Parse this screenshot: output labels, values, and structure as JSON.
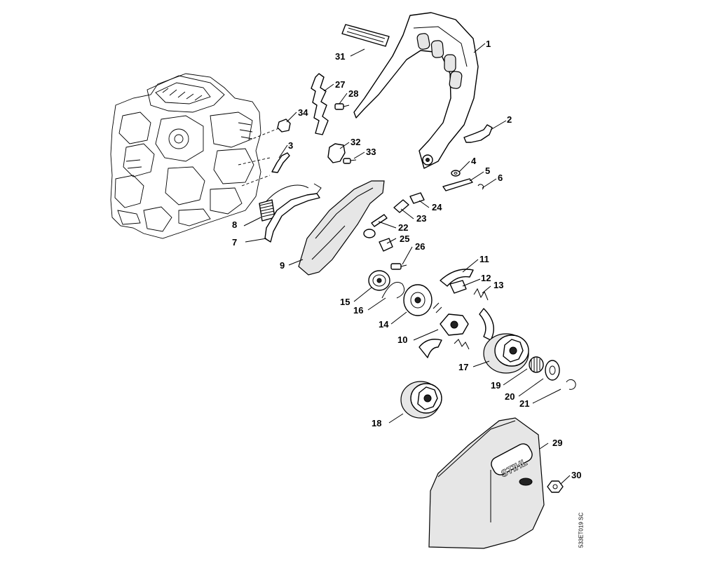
{
  "diagram": {
    "labels": [
      "1",
      "2",
      "3",
      "4",
      "5",
      "6",
      "7",
      "8",
      "9",
      "10",
      "11",
      "12",
      "13",
      "14",
      "15",
      "16",
      "17",
      "18",
      "19",
      "20",
      "21",
      "22",
      "23",
      "24",
      "25",
      "26",
      "27",
      "28",
      "29",
      "30",
      "31",
      "32",
      "33",
      "34"
    ],
    "brand_text": "STIHL",
    "reference_code": "533ET019 SC"
  }
}
